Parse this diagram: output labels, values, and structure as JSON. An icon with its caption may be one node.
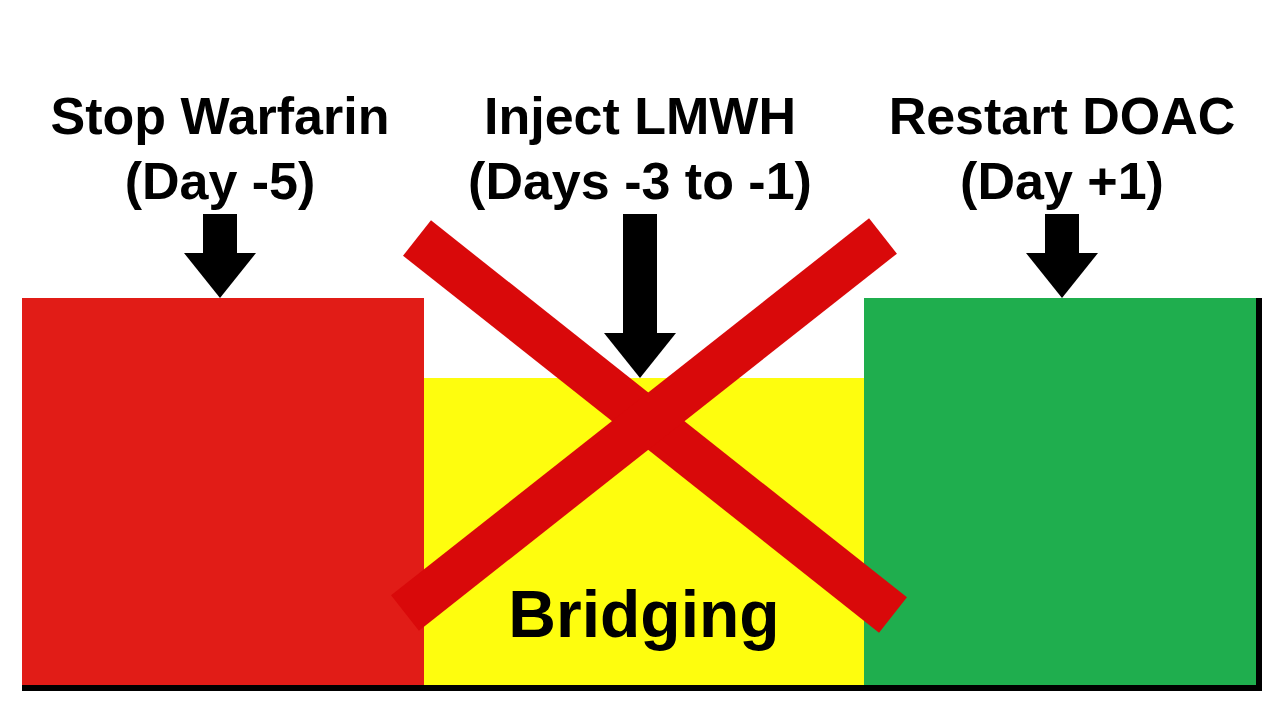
{
  "diagram": {
    "nodes": [
      {
        "text": [
          "Stop Warfarin (Day -5)"
        ]
      },
      {
        "text": [
          "Inject LMWH (Days -3 to -1)"
        ]
      },
      {
        "text": [
          "Restart DOAC (Day +1)"
        ]
      },
      {
        "text": [],
        "shape": "box"
      },
      {
        "text": [
          "Bridging"
        ]
      },
      {
        "text": [],
        "shape": "box"
      }
    ],
    "edges": [
      {
        "from": 0,
        "to": 3,
        "arrow": "to"
      },
      {
        "from": 1,
        "to": 4,
        "arrow": "to"
      },
      {
        "from": 2,
        "to": 5,
        "arrow": "to"
      }
    ]
  }
}
